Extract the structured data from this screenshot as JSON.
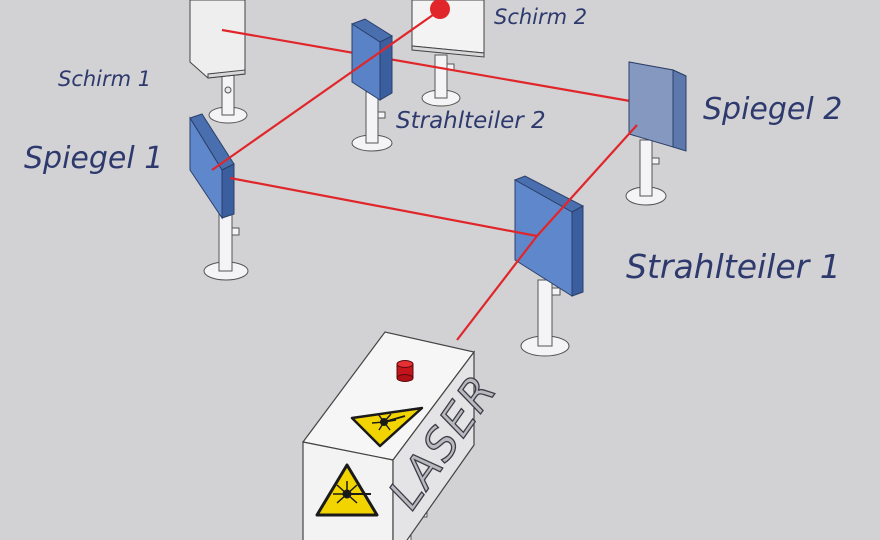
{
  "labels": {
    "schirm1": "Schirm 1",
    "schirm2": "Schirm 2",
    "strahlteiler2": "Strahlteiler 2",
    "spiegel1": "Spiegel 1",
    "spiegel2": "Spiegel 2",
    "strahlteiler1": "Strahlteiler 1"
  },
  "device": {
    "laser_text": "LASER",
    "warning_icon": "laser-warning-icon",
    "button_icon": "red-button-icon"
  },
  "colors": {
    "background": "#d2d2d4",
    "beam": "#e0262a",
    "glass": "#5a82c6",
    "glass_dark": "#3b5e9e",
    "label": "#2e3a6e",
    "warning_yellow": "#f2d400",
    "screen_spot": "#e0262a"
  }
}
